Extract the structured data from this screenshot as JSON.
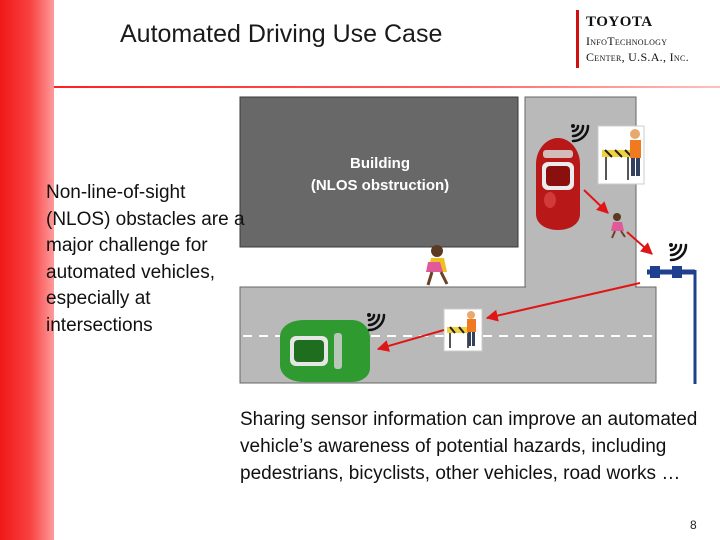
{
  "slide": {
    "title": "Automated Driving Use Case",
    "logo": {
      "brand": "TOYOTA",
      "line1": "InfoTechnology",
      "line2": "Center, U.S.A., Inc."
    },
    "left_text": "Non-line-of-sight (NLOS) obstacles are a major challenge for automated vehicles, especially at intersections",
    "building_label_line1": "Building",
    "building_label_line2": "(NLOS obstruction)",
    "bottom_text": "Sharing sensor information can improve an automated vehicle’s awareness of potential hazards, including pedestrians, bicyclists, other vehicles, road works …",
    "page_number": "8"
  },
  "colors": {
    "accent_red": "#ee1c1c",
    "building": "#686868",
    "road": "#b9b9b9",
    "red_car": "#b81818",
    "green_car": "#2f9a2f"
  },
  "icons": [
    "wireless-signal-icon",
    "road-works-barrier-icon",
    "pedestrian-icon",
    "red-car-icon",
    "green-car-icon",
    "roadside-unit-pole-icon"
  ]
}
